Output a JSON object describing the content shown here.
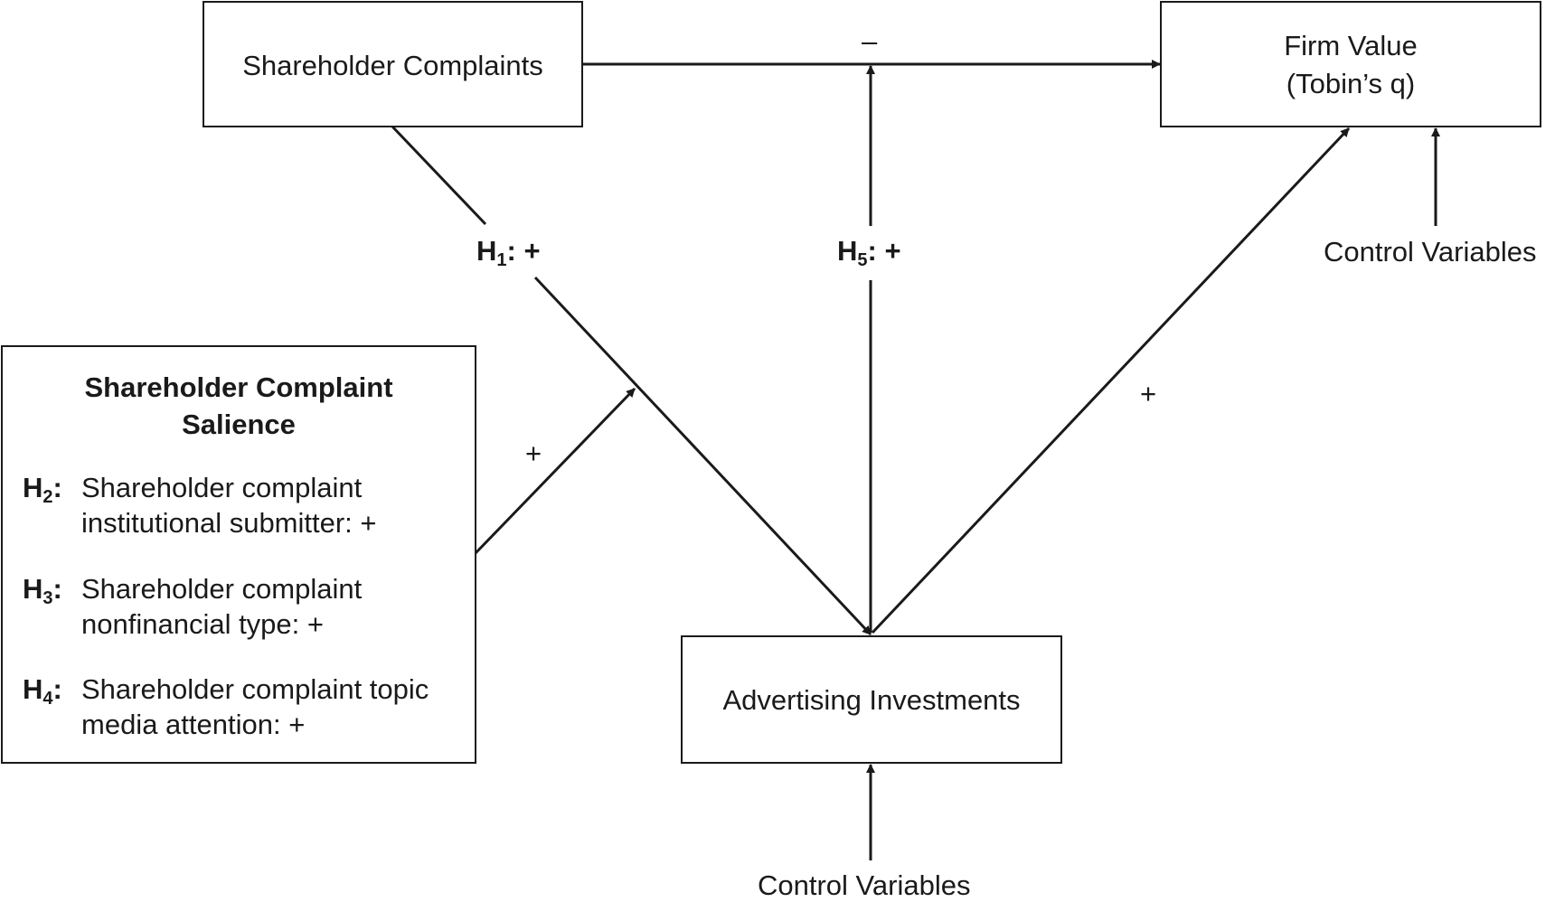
{
  "nodes": {
    "shareholder_complaints": {
      "label": "Shareholder Complaints"
    },
    "firm_value": {
      "line1": "Firm Value",
      "line2": "(Tobin’s q)"
    },
    "advertising_investments": {
      "label": "Advertising Investments"
    },
    "salience": {
      "title_line1": "Shareholder Complaint",
      "title_line2": "Salience",
      "hypotheses": [
        {
          "key": "H",
          "sub": "2",
          "line1": "Shareholder complaint",
          "line2": "institutional submitter: +"
        },
        {
          "key": "H",
          "sub": "3",
          "line1": "Shareholder complaint",
          "line2": "nonfinancial type: +"
        },
        {
          "key": "H",
          "sub": "4",
          "line1": "Shareholder complaint topic",
          "line2": "media attention: +"
        }
      ]
    }
  },
  "edges": {
    "complaints_to_value": {
      "sign": "–"
    },
    "h1": {
      "key": "H",
      "sub": "1",
      "sign": ": +"
    },
    "h5": {
      "key": "H",
      "sub": "5",
      "sign": ": +"
    },
    "salience_to_h1": {
      "sign": "+"
    },
    "advertising_to_value": {
      "sign": "+"
    }
  },
  "controls": {
    "firm_value": "Control Variables",
    "advertising": "Control Variables"
  }
}
